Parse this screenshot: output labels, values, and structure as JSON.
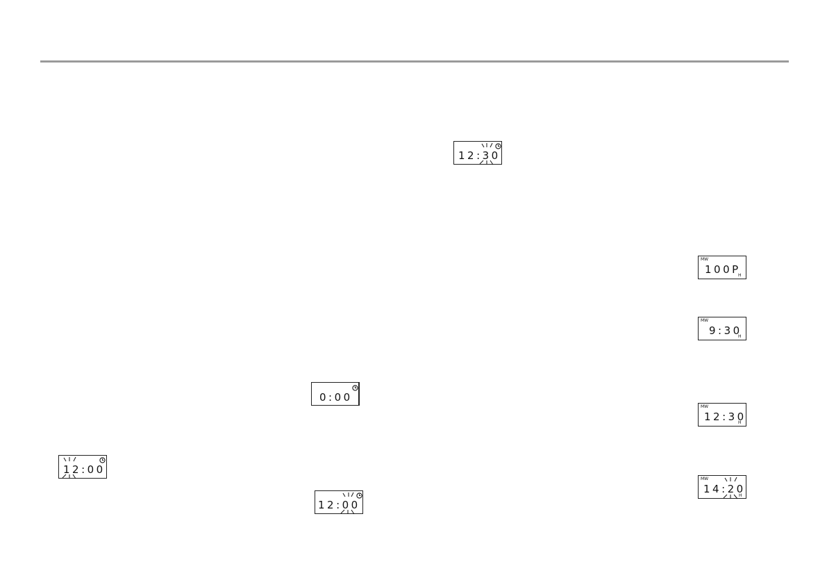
{
  "displays": [
    {
      "id": "clock-1230-blinking",
      "text": "12:30",
      "blinking_digit": "3",
      "has_clock_icon": true
    },
    {
      "id": "power-100p",
      "mw_label": "MW",
      "text": "100P",
      "h_mark": "H"
    },
    {
      "id": "time-930",
      "mw_label": "MW",
      "text": "9:30",
      "h_mark": "H"
    },
    {
      "id": "clock-000",
      "text": "0:00",
      "has_clock_icon": true
    },
    {
      "id": "mw-1230",
      "mw_label": "MW",
      "text": "12:30",
      "h_mark": "H"
    },
    {
      "id": "clock-1200-blinking-hour",
      "text": "12:00",
      "blinking_digit": "1",
      "has_clock_icon": true
    },
    {
      "id": "mw-1420-blinking",
      "mw_label": "MW",
      "text": "14:20",
      "blinking_digit": "2",
      "h_mark": "H"
    },
    {
      "id": "clock-1200-blinking-minute",
      "text": "12:00",
      "blinking_digit": "0",
      "has_clock_icon": true
    }
  ]
}
